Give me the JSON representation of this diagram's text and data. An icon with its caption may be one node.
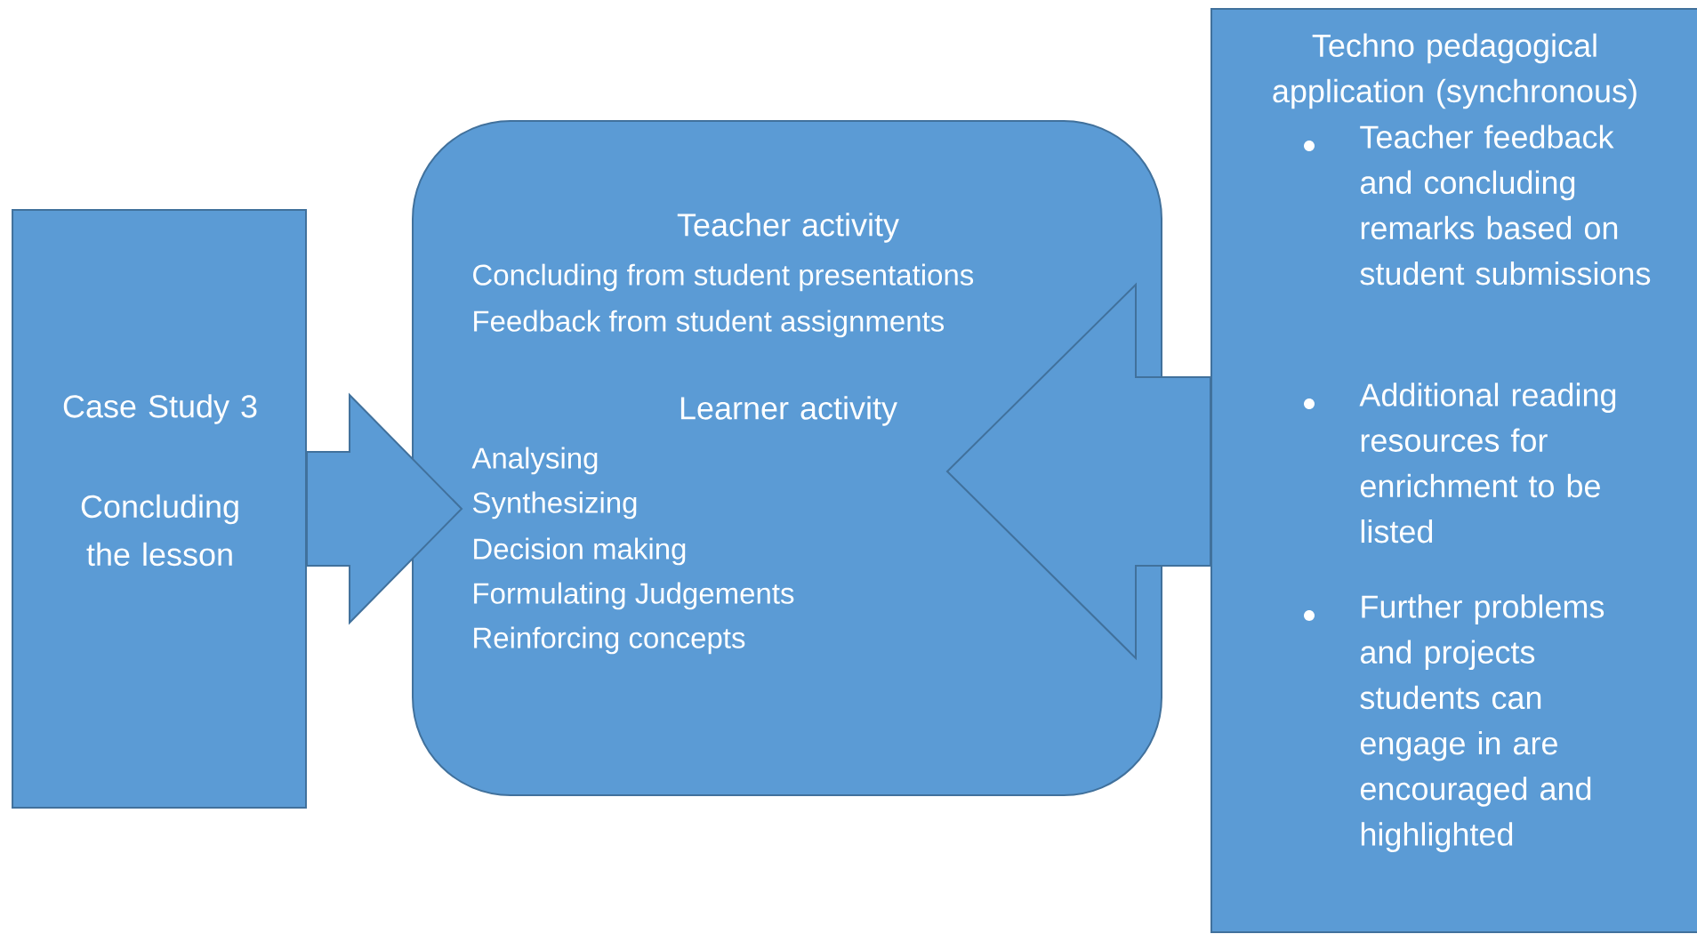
{
  "diagram": {
    "nodes": [
      {
        "text": [
          "Case Study 3",
          "Concluding the lesson"
        ]
      },
      {
        "text": [
          "Teacher activity",
          "Concluding from student presentations",
          "Feedback from student assignments",
          "Learner activity",
          "Analysing",
          "Synthesizing",
          "Decision making",
          "Formulating  Judgements",
          "Reinforcing  concepts"
        ]
      },
      {
        "text": [
          "Techno pedagogical application (synchronous)",
          "Teacher feedback and concluding remarks based on student submissions",
          "Additional reading resources for enrichment to be listed",
          "Further problems and projects students can engage in are encouraged  and highlighted"
        ]
      }
    ],
    "edges": [
      {
        "from": 0,
        "to": 1,
        "arrow": "to"
      },
      {
        "from": 2,
        "to": 1,
        "arrow": "to"
      }
    ]
  }
}
